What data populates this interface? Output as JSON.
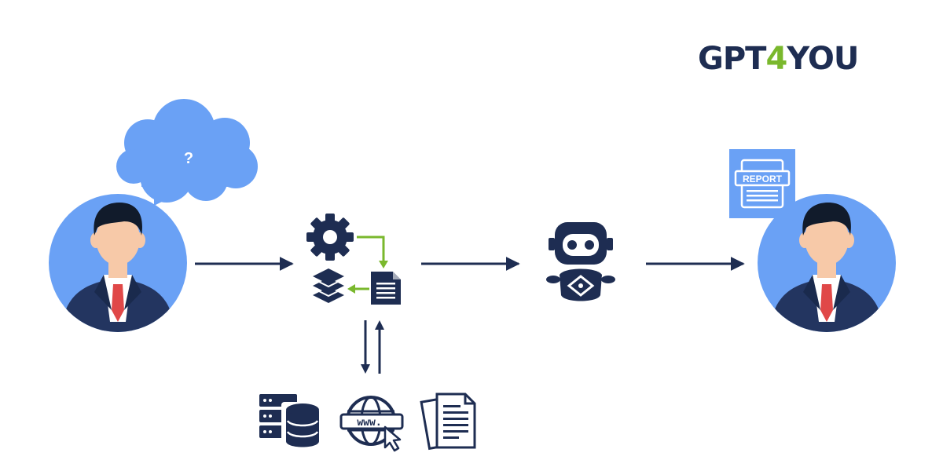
{
  "brand": {
    "part1": "GPT",
    "accent": "4",
    "part2": "YOU"
  },
  "question_mark": "?",
  "report_label": "REPORT",
  "www_label": "www.",
  "colors": {
    "navy": "#1e2d52",
    "accent_green": "#7ab82d",
    "avatar_blue": "#6aa1f5",
    "skin": "#f7c9a8",
    "tie_red": "#e04848"
  },
  "icons": [
    "user-avatar-icon",
    "thought-cloud-icon",
    "gear-icon",
    "document-icon",
    "layers-icon",
    "robot-icon",
    "server-database-icon",
    "globe-www-icon",
    "documents-stack-icon",
    "report-icon"
  ]
}
